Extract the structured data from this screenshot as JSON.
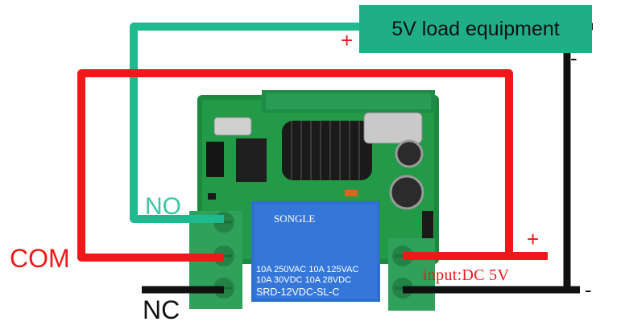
{
  "load": {
    "label": "5V load equipment"
  },
  "terminals": {
    "no": "NO",
    "com": "COM",
    "nc": "NC"
  },
  "input": {
    "label": "input:DC 5V"
  },
  "polarity": {
    "plus": "+",
    "minus": "-"
  },
  "relay": {
    "brand": "SONGLE",
    "rating1": "10A 250VAC  10A 125VAC",
    "rating2": "10A  30VDC  10A  28VDC",
    "model": "SRD-12VDC-SL-C"
  },
  "colors": {
    "red_wire": "#f01919",
    "teal_wire": "#1fb98f",
    "black_wire": "#111111",
    "pcb": "#1c8a3e",
    "relay_body": "#2f6fd0",
    "terminal_block": "#2fa15a"
  }
}
